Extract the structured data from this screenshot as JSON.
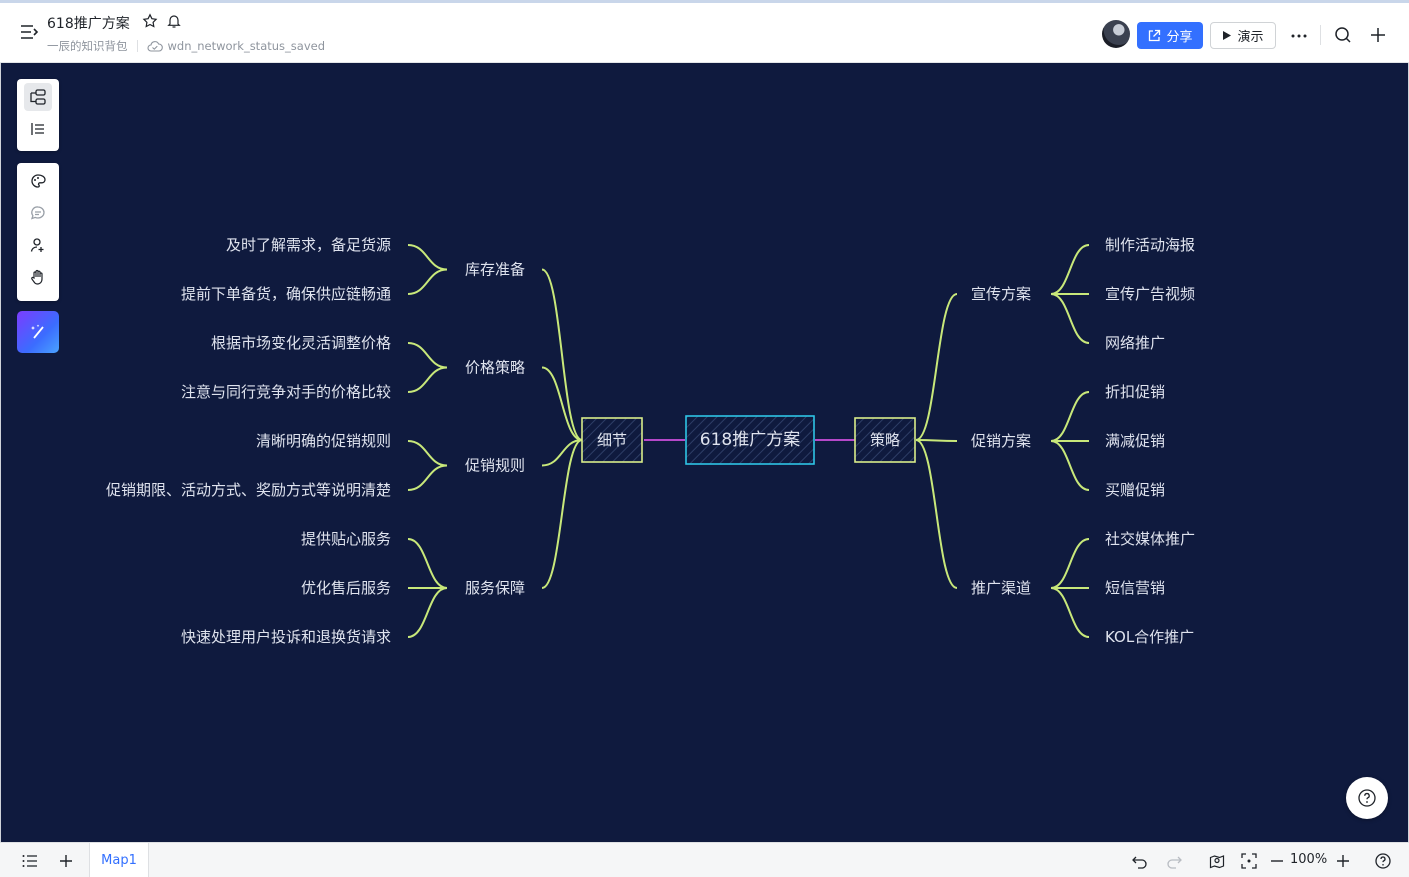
{
  "header": {
    "title": "618推广方案",
    "breadcrumb": "一辰的知识背包",
    "status": "wdn_network_status_saved",
    "share_label": "分享",
    "present_label": "演示"
  },
  "colors": {
    "canvas_bg": "#0f1a3e",
    "branch_line": "#c8e87a",
    "center_line": "#b548c9",
    "root_border": "#2ec4e6",
    "node_border": "#d9ec8a",
    "text": "#dfe3ee",
    "accent": "#3370ff"
  },
  "mindmap": {
    "root": "618推广方案",
    "left": {
      "label": "细节",
      "groups": [
        {
          "label": "库存准备",
          "items": [
            "及时了解需求，备足货源",
            "提前下单备货，确保供应链畅通"
          ]
        },
        {
          "label": "价格策略",
          "items": [
            "根据市场变化灵活调整价格",
            "注意与同行竞争对手的价格比较"
          ]
        },
        {
          "label": "促销规则",
          "items": [
            "清晰明确的促销规则",
            "促销期限、活动方式、奖励方式等说明清楚"
          ]
        },
        {
          "label": "服务保障",
          "items": [
            "提供贴心服务",
            "优化售后服务",
            "快速处理用户投诉和退换货请求"
          ]
        }
      ]
    },
    "right": {
      "label": "策略",
      "groups": [
        {
          "label": "宣传方案",
          "items": [
            "制作活动海报",
            "宣传广告视频",
            "网络推广"
          ]
        },
        {
          "label": "促销方案",
          "items": [
            "折扣促销",
            "满减促销",
            "买赠促销"
          ]
        },
        {
          "label": "推广渠道",
          "items": [
            "社交媒体推广",
            "短信营销",
            "KOL合作推广"
          ]
        }
      ]
    }
  },
  "toolbar": {
    "icons": [
      "structure-icon",
      "outline-icon",
      "theme-icon",
      "comment-icon",
      "collaborator-icon",
      "hand-icon",
      "ai-magic-icon"
    ]
  },
  "bottombar": {
    "sheet_tab": "Map1",
    "zoom": "100%"
  }
}
